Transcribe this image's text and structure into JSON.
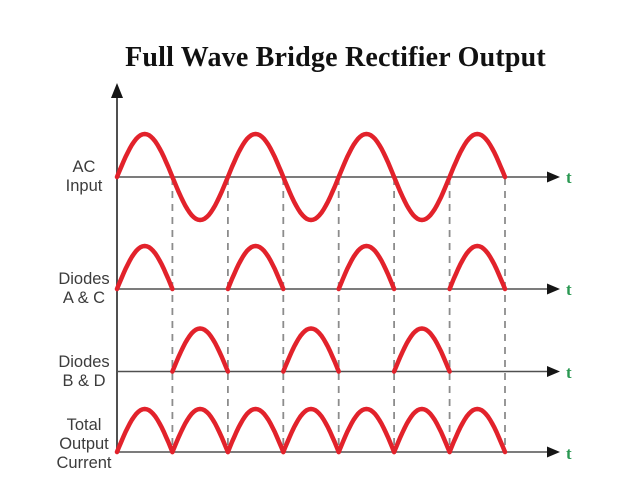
{
  "title": "Full Wave Bridge Rectifier Output",
  "time_axis_label": "t",
  "colors": {
    "waveform": "#e2222b",
    "axis_line": "#505050",
    "arrowhead": "#151515",
    "dashed_guide": "#8c8c8c",
    "row_label": "#3c3c3c",
    "time_label": "#2a9852",
    "title": "#111111",
    "background": "#ffffff"
  },
  "chart_data": {
    "type": "line",
    "title": "Full Wave Bridge Rectifier Output",
    "x_axis": {
      "label": "t",
      "unit": "half-cycle",
      "range": [
        0,
        7
      ],
      "grid": "dashed vertical guides at each zero crossing"
    },
    "y_axis": {
      "label": "",
      "amplitude": 1
    },
    "half_cycles_total": 7,
    "dashed_guides_at_half_cycle": [
      1,
      2,
      3,
      4,
      5,
      6,
      7
    ],
    "legend_position": "row labels at left, time arrow labeled t at right of each axis",
    "series": [
      {
        "name": "AC Input",
        "label_lines": [
          "AC",
          "Input"
        ],
        "shape": "sine",
        "polarity": "bipolar",
        "active_half_cycles": [
          1,
          2,
          3,
          4,
          5,
          6,
          7
        ],
        "values_peak_per_half_cycle": [
          1,
          -1,
          1,
          -1,
          1,
          -1,
          1
        ]
      },
      {
        "name": "Diodes A & C",
        "label_lines": [
          "Diodes",
          "A & C"
        ],
        "shape": "half-sine-pulse",
        "polarity": "positive",
        "active_half_cycles": [
          1,
          3,
          5,
          7
        ],
        "values_peak_per_half_cycle": [
          1,
          0,
          1,
          0,
          1,
          0,
          1
        ]
      },
      {
        "name": "Diodes B & D",
        "label_lines": [
          "Diodes",
          "B & D"
        ],
        "shape": "half-sine-pulse",
        "polarity": "positive",
        "active_half_cycles": [
          2,
          4,
          6
        ],
        "values_peak_per_half_cycle": [
          0,
          1,
          0,
          1,
          0,
          1,
          0
        ]
      },
      {
        "name": "Total Output Current",
        "label_lines": [
          "Total",
          "Output",
          "Current"
        ],
        "shape": "half-sine-pulse",
        "polarity": "positive",
        "active_half_cycles": [
          1,
          2,
          3,
          4,
          5,
          6,
          7
        ],
        "values_peak_per_half_cycle": [
          1,
          1,
          1,
          1,
          1,
          1,
          1
        ]
      }
    ]
  }
}
